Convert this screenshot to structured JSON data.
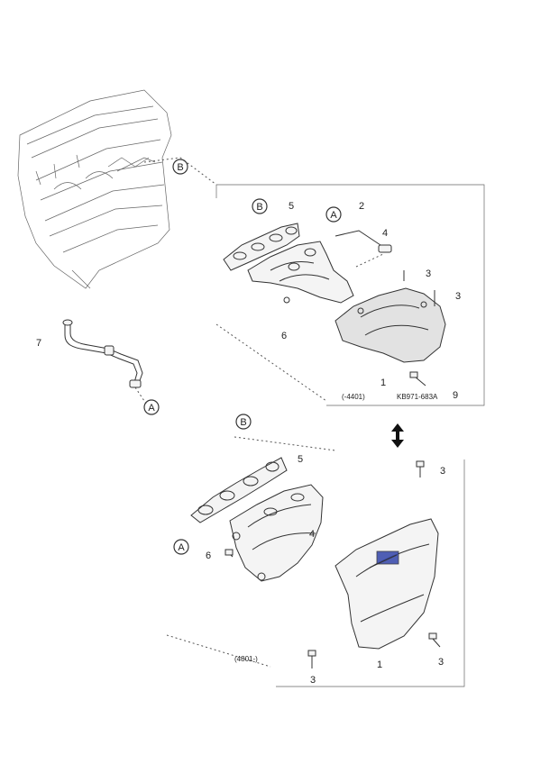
{
  "callouts": {
    "engine_view": "B",
    "top_panel_variant": "B",
    "top_panel_side": "A",
    "bottom_panel_variant": "B",
    "bottom_panel_side": "A",
    "hose_end": "A"
  },
  "part_numbers": {
    "p1_top": "1",
    "p2_top": "2",
    "p3_top_a": "3",
    "p3_top_b": "3",
    "p4_top": "4",
    "p5_top": "5",
    "p6_top": "6",
    "p7": "7",
    "p9_top": "9",
    "p1_bottom": "1",
    "p3_bottom_a": "3",
    "p3_bottom_b": "3",
    "p3_bottom_c": "3",
    "p4_bottom": "4",
    "p5_bottom": "5",
    "p6_bottom": "6"
  },
  "panel_labels": {
    "top_range": "(-4401)",
    "top_code": "KB971-683A",
    "bottom_range": "(4801-)"
  },
  "colors": {
    "accent_blue": "#3344aa",
    "line": "#333333"
  },
  "icons": {
    "panel_swap": "double-arrow-icon"
  }
}
